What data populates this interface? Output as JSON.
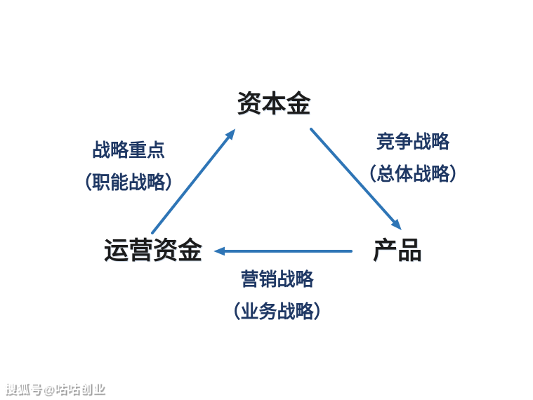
{
  "diagram": {
    "nodes": {
      "capital": {
        "label": "资本金"
      },
      "operating_funds": {
        "label": "运营资金"
      },
      "product": {
        "label": "产品"
      }
    },
    "edge_labels": {
      "left": {
        "line1": "战略重点",
        "line2": "（职能战略）"
      },
      "right": {
        "line1": "竞争战略",
        "line2": "（总体战略）"
      },
      "bottom": {
        "line1": "营销战略",
        "line2": "（业务战略）"
      }
    },
    "arrows": [
      {
        "name": "arrow-operating-funds-to-capital",
        "from": "运营资金",
        "to": "资本金",
        "direction": "up-right"
      },
      {
        "name": "arrow-capital-to-product",
        "from": "资本金",
        "to": "产品",
        "direction": "down-right"
      },
      {
        "name": "arrow-product-to-operating-funds",
        "from": "产品",
        "to": "运营资金",
        "direction": "left"
      }
    ]
  },
  "watermark": {
    "text": "搜狐号@咕咕创业"
  },
  "colors": {
    "arrow": "#2E75B6",
    "edge_label_text": "#1F3864",
    "node_text": "#1C1C1C",
    "background": "#FFFFFF",
    "watermark_text": "#FFFFFF",
    "watermark_shadow": "#9A9A9A"
  }
}
